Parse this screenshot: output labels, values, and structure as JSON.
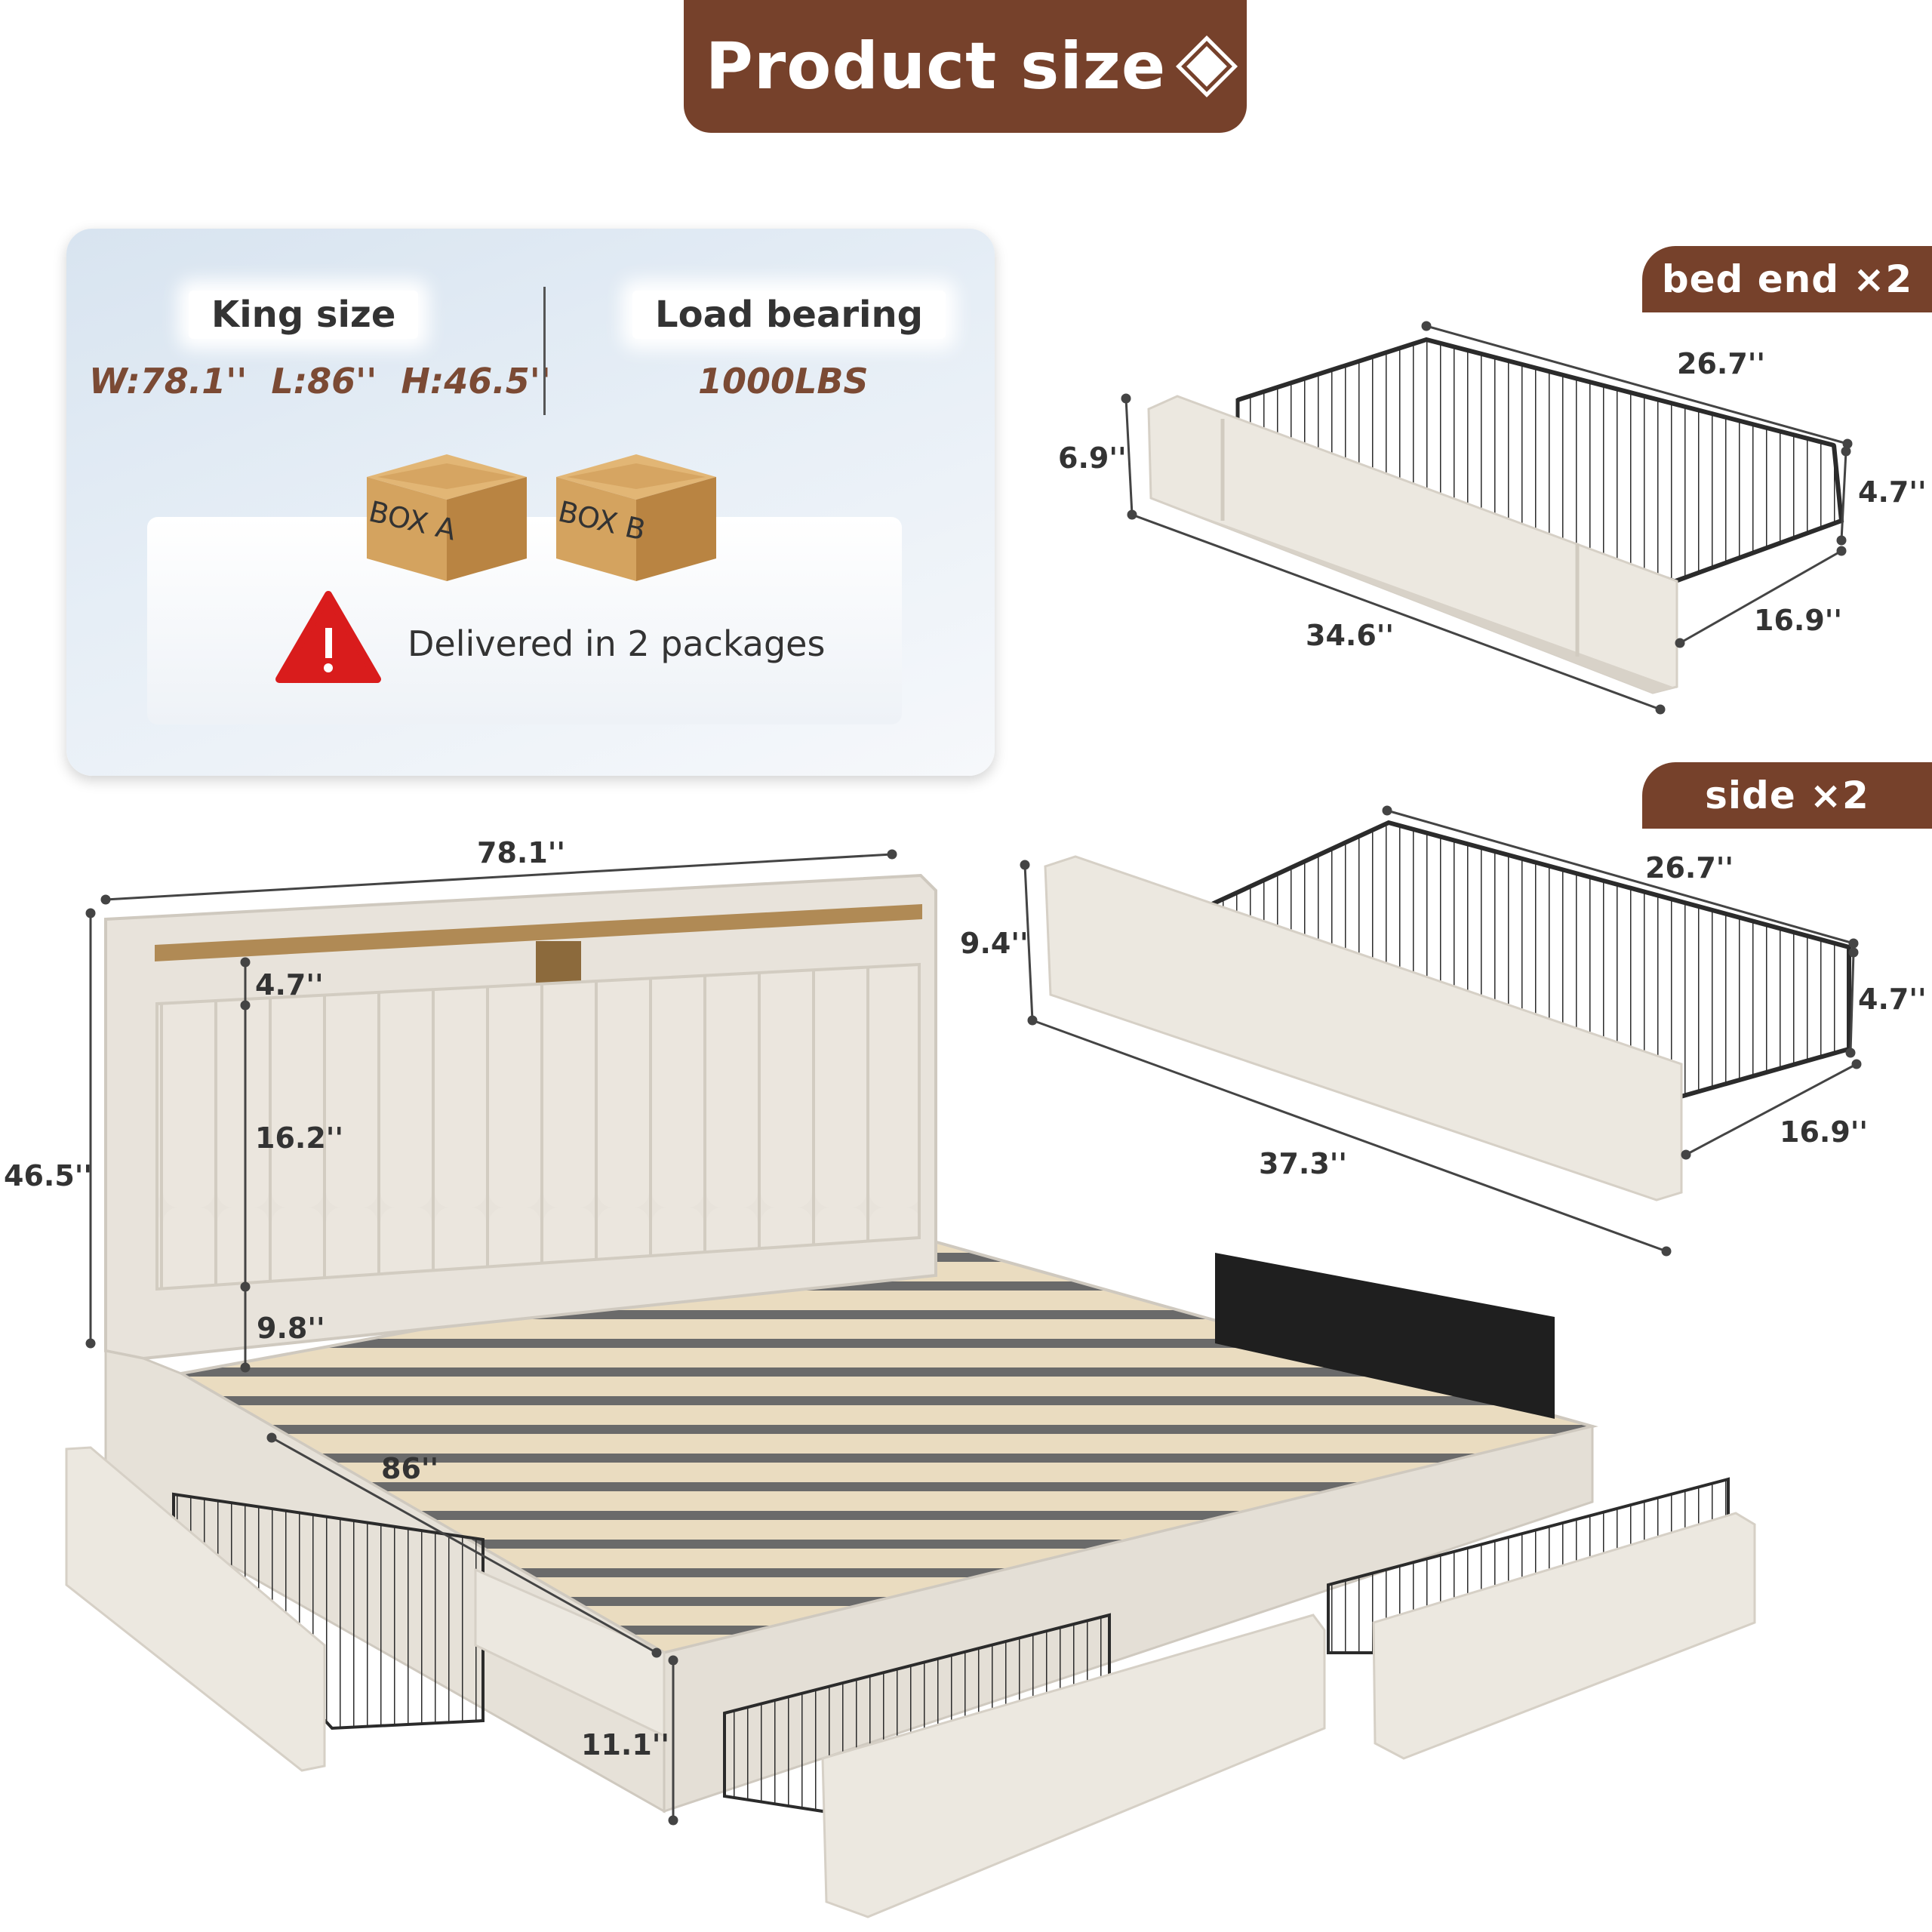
{
  "header": {
    "title": "Product size"
  },
  "specs": {
    "size_label": "King size",
    "size_values": "W:78.1''  L:86''  H:46.5''",
    "load_label": "Load bearing",
    "load_value": "1000LBS"
  },
  "boxes": {
    "box_a": "BOX A",
    "box_b": "BOX B"
  },
  "delivery": {
    "text": "Delivered in 2 packages"
  },
  "drawer_end": {
    "tag": "bed end ×2",
    "length": "34.6''",
    "depth": "26.7''",
    "front_height": "6.9''",
    "basket_height": "4.7''",
    "basket_width": "16.9''"
  },
  "drawer_side": {
    "tag": "side ×2",
    "length": "37.3''",
    "depth": "26.7''",
    "front_height": "9.4''",
    "basket_height": "4.7''",
    "basket_width": "16.9''"
  },
  "bed": {
    "width": "78.1''",
    "height": "46.5''",
    "shelf_gap": "4.7''",
    "headboard_panel": "16.2''",
    "floor_to_panel": "9.8''",
    "length": "86''",
    "side_height": "11.1''"
  },
  "colors": {
    "brand": "#76412b",
    "fabric": "#ece8e0",
    "wood_slat": "#eadcc0",
    "shelf_wood": "#b08a55",
    "wire": "#2b2b2b",
    "warning": "#d91c1c",
    "cardboard": "#d4a35f"
  },
  "icons": [
    "warning-triangle-icon",
    "diamond-icon",
    "cardboard-box-icon"
  ]
}
